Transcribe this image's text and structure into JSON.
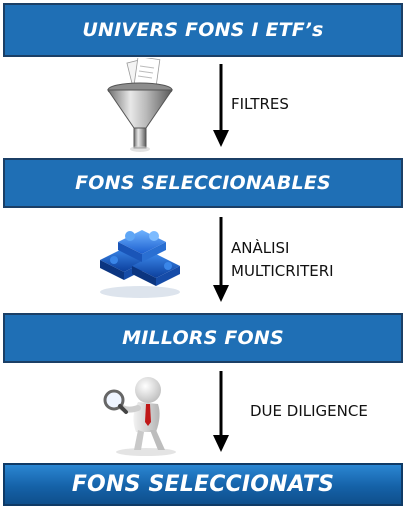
{
  "steps": [
    {
      "box": "UNIVERS FONS I ETF’s"
    },
    {
      "box": "FONS SELECCIONABLES"
    },
    {
      "box": "MILLORS FONS"
    },
    {
      "box": "FONS SELECCIONATS"
    }
  ],
  "transitions": [
    {
      "label_lines": [
        "FILTRES"
      ],
      "icon": "funnel-icon"
    },
    {
      "label_lines": [
        "ANÀLISI",
        "MULTICRITERI"
      ],
      "icon": "puzzle-icon"
    },
    {
      "label_lines": [
        "DUE DILIGENCE"
      ],
      "icon": "magnifier-person-icon"
    }
  ],
  "colors": {
    "box_fill": "#1f6fb5",
    "box_border": "#1b3f66",
    "text": "#ffffff"
  }
}
